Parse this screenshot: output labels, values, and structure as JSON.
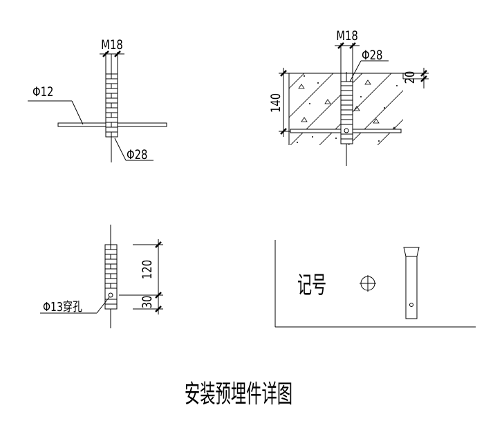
{
  "title": "安装预埋件详图",
  "view_top_left": {
    "bolt_label": "M18",
    "rebar_label": "Φ12",
    "tube_label": "Φ28"
  },
  "view_top_right": {
    "bolt_label": "M18",
    "tube_label": "Φ28",
    "depth_dim": "140",
    "top_dim": "20"
  },
  "view_bottom_left": {
    "hole_label": "Φ13穿孔",
    "dim_upper": "120",
    "dim_lower": "30"
  },
  "legend": {
    "text": "记号"
  }
}
